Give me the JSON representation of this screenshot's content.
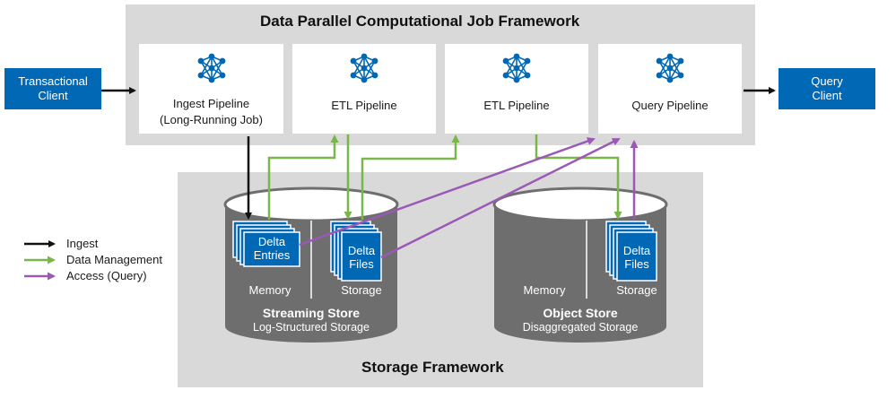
{
  "compute_framework": {
    "title": "Data Parallel Computational Job Framework",
    "pipelines": [
      {
        "line1": "Ingest Pipeline",
        "line2": "(Long-Running Job)",
        "icon": "neural-network-icon"
      },
      {
        "line1": "ETL Pipeline",
        "line2": "",
        "icon": "neural-network-icon"
      },
      {
        "line1": "ETL Pipeline",
        "line2": "",
        "icon": "neural-network-icon"
      },
      {
        "line1": "Query Pipeline",
        "line2": "",
        "icon": "neural-network-icon"
      }
    ]
  },
  "clients": {
    "transactional": {
      "line1": "Transactional",
      "line2": "Client"
    },
    "query": {
      "line1": "Query",
      "line2": "Client"
    }
  },
  "storage_framework": {
    "title": "Storage Framework",
    "streaming_store": {
      "name": "Streaming Store",
      "subtitle": "Log-Structured Storage",
      "memory_label": "Memory",
      "storage_label": "Storage",
      "delta_entries": {
        "line1": "Delta",
        "line2": "Entries"
      },
      "delta_files": {
        "line1": "Delta",
        "line2": "Files"
      }
    },
    "object_store": {
      "name": "Object Store",
      "subtitle": "Disaggregated Storage",
      "memory_label": "Memory",
      "storage_label": "Storage",
      "delta_files": {
        "line1": "Delta",
        "line2": "Files"
      }
    }
  },
  "legend": [
    {
      "label": "Ingest",
      "color": "#111111"
    },
    {
      "label": "Data Management",
      "color": "#7ab648"
    },
    {
      "label": "Access (Query)",
      "color": "#9b59b6"
    }
  ],
  "colors": {
    "accent_blue": "#0068b5",
    "frame_gray": "#d9d9d9",
    "cylinder_gray": "#6e6e6e",
    "ingest": "#111111",
    "data_management": "#7ab648",
    "access_query": "#9b59b6"
  }
}
